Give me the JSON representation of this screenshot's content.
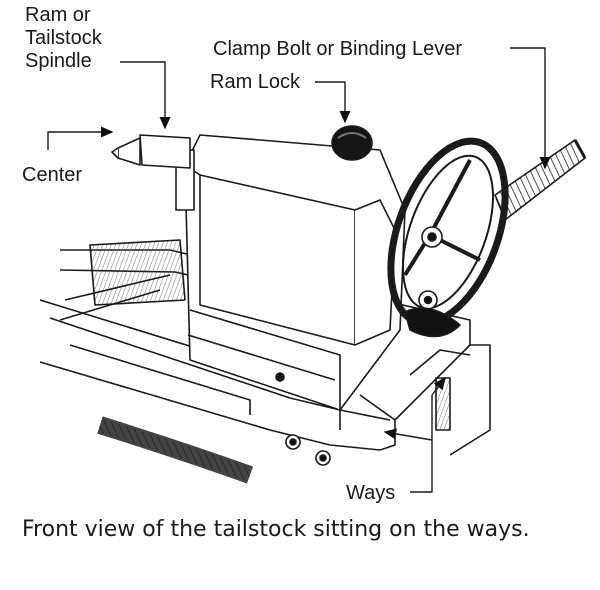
{
  "labels": {
    "ram_line1": "Ram or",
    "ram_line2": "Tailstock",
    "ram_line3": "Spindle",
    "clamp_bolt": "Clamp Bolt or Binding Lever",
    "ram_lock": "Ram Lock",
    "center": "Center",
    "ways": "Ways"
  },
  "caption": "Front view of the tailstock sitting on the ways."
}
